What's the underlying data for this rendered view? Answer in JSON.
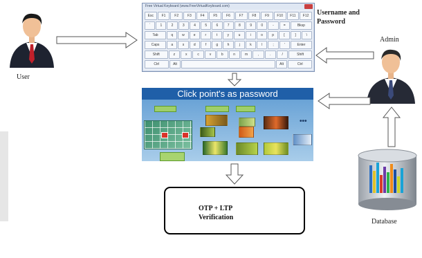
{
  "labels": {
    "user": "User",
    "admin": "Admin",
    "database": "Database",
    "credentials_line1": "Username and",
    "credentials_line2": "Password",
    "click_points_title": "Click point's as password",
    "otp_line1": "OTP + LTP",
    "otp_line2": "Verification"
  },
  "keyboard": {
    "title": "Free Virtual Keyboard (www.FreeVirtualKeyboard.com)",
    "rows": [
      [
        "Esc",
        "F1",
        "F2",
        "F3",
        "F4",
        "F5",
        "F6",
        "F7",
        "F8",
        "F9",
        "F10",
        "F11",
        "F12"
      ],
      [
        "`",
        "1",
        "2",
        "3",
        "4",
        "5",
        "6",
        "7",
        "8",
        "9",
        "0",
        "-",
        "=",
        "Bksp"
      ],
      [
        "Tab",
        "q",
        "w",
        "e",
        "r",
        "t",
        "y",
        "u",
        "i",
        "o",
        "p",
        "[",
        "]",
        "\\"
      ],
      [
        "Caps",
        "a",
        "s",
        "d",
        "f",
        "g",
        "h",
        "j",
        "k",
        "l",
        ";",
        "'",
        "Enter"
      ],
      [
        "Shift",
        "z",
        "x",
        "c",
        "v",
        "b",
        "n",
        "m",
        ",",
        ".",
        "/",
        "Shift"
      ],
      [
        "Ctrl",
        "Alt",
        "",
        "Alt",
        "Ctrl"
      ]
    ]
  },
  "colors": {
    "panel_header": "#1f5fa8",
    "panel_body": "#6aa3d6",
    "arrow_stroke": "#555555",
    "box_border": "#000000"
  }
}
